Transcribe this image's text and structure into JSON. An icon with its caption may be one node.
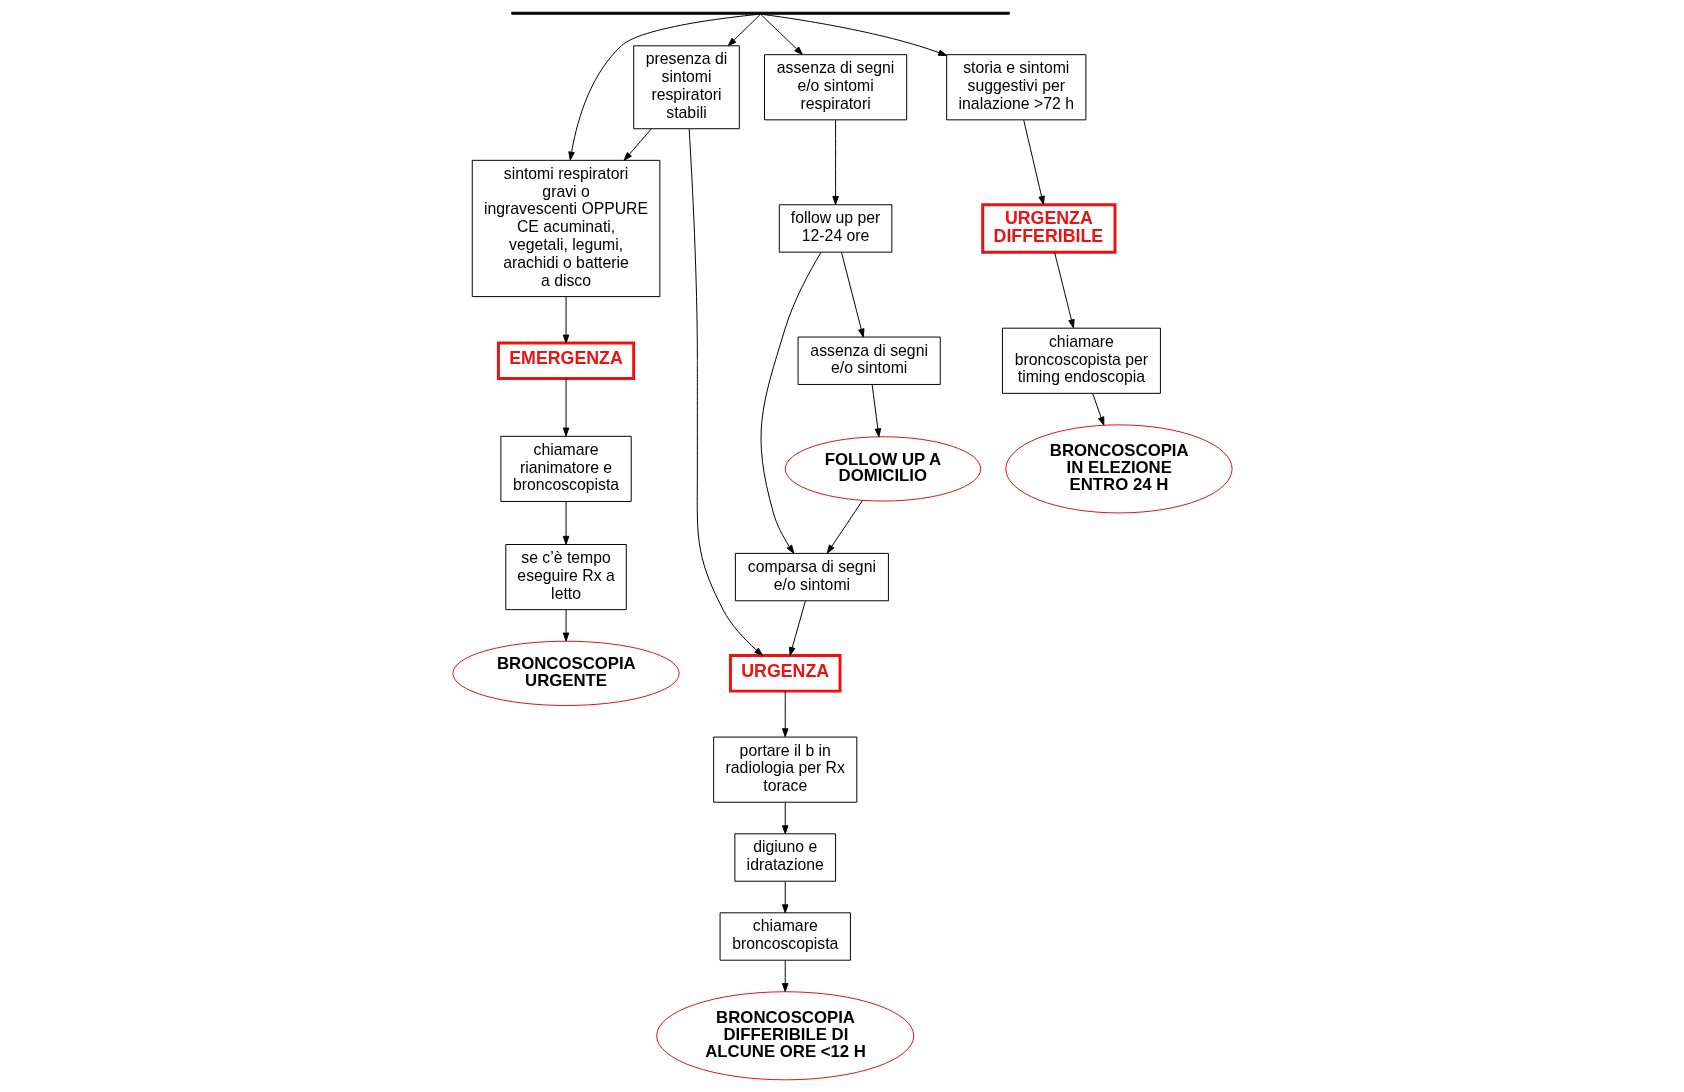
{
  "diagram": {
    "nodes": [
      {
        "text": [
          "sintomi respiratori gravi o ingravescenti OPPURE CE acuminati, vegetali, legumi, arachidi o batterie a disco"
        ]
      },
      {
        "text": [
          "presenza di sintomi respiratori stabili"
        ]
      },
      {
        "text": [
          "assenza di segni e/o sintomi respiratori"
        ]
      },
      {
        "text": [
          "storia e sintomi suggestivi per inalazione >72 h"
        ]
      },
      {
        "text": [
          "EMERGENZA"
        ]
      },
      {
        "text": [
          "chiamare rianimatore e broncoscopista"
        ]
      },
      {
        "text": [
          "se c’è tempo eseguire Rx a letto"
        ]
      },
      {
        "text": [
          "BRONCOSCOPIA URGENTE"
        ]
      },
      {
        "text": [
          "URGENZA"
        ]
      },
      {
        "text": [
          "portare il b in radiologia per Rx torace"
        ]
      },
      {
        "text": [
          "digiuno e idratazione"
        ]
      },
      {
        "text": [
          "chiamare broncoscopista"
        ]
      },
      {
        "text": [
          "BRONCOSCOPIA DIFFERIBILE DI ALCUNE ORE <12 H"
        ]
      },
      {
        "text": [
          "follow up per 12-24 ore"
        ]
      },
      {
        "text": [
          "comparsa di segni e/o sintomi"
        ]
      },
      {
        "text": [
          "assenza di segni e/o sintomi"
        ]
      },
      {
        "text": [
          "FOLLOW UP A DOMICILIO"
        ]
      },
      {
        "text": [
          "URGENZA DIFFERIBILE"
        ]
      },
      {
        "text": [
          "chiamare broncoscopista per timing endoscopia"
        ]
      },
      {
        "text": [
          "BRONCOSCOPIA IN ELEZIONE ENTRO 24 H"
        ]
      },
      {
        "text": [],
        "shape": "bar"
      }
    ],
    "edges": [
      {
        "from": 20,
        "to": 0,
        "arrow": "to"
      },
      {
        "from": 20,
        "to": 1,
        "arrow": "to"
      },
      {
        "from": 20,
        "to": 2,
        "arrow": "to"
      },
      {
        "from": 20,
        "to": 3,
        "arrow": "to"
      },
      {
        "from": 1,
        "to": 0,
        "arrow": "to"
      },
      {
        "from": 0,
        "to": 4,
        "arrow": "to"
      },
      {
        "from": 4,
        "to": 5,
        "arrow": "to"
      },
      {
        "from": 5,
        "to": 6,
        "arrow": "to"
      },
      {
        "from": 6,
        "to": 7,
        "arrow": "to"
      },
      {
        "from": 1,
        "to": 8,
        "arrow": "to"
      },
      {
        "from": 8,
        "to": 9,
        "arrow": "to"
      },
      {
        "from": 9,
        "to": 10,
        "arrow": "to"
      },
      {
        "from": 10,
        "to": 11,
        "arrow": "to"
      },
      {
        "from": 11,
        "to": 12,
        "arrow": "to"
      },
      {
        "from": 2,
        "to": 13,
        "arrow": "to"
      },
      {
        "from": 13,
        "to": 14,
        "arrow": "to"
      },
      {
        "from": 14,
        "to": 8,
        "arrow": "to"
      },
      {
        "from": 13,
        "to": 15,
        "arrow": "to"
      },
      {
        "from": 15,
        "to": 16,
        "arrow": "to"
      },
      {
        "from": 16,
        "to": 14,
        "arrow": "to"
      },
      {
        "from": 3,
        "to": 17,
        "arrow": "to"
      },
      {
        "from": 17,
        "to": 18,
        "arrow": "to"
      },
      {
        "from": 18,
        "to": 19,
        "arrow": "to"
      }
    ]
  }
}
